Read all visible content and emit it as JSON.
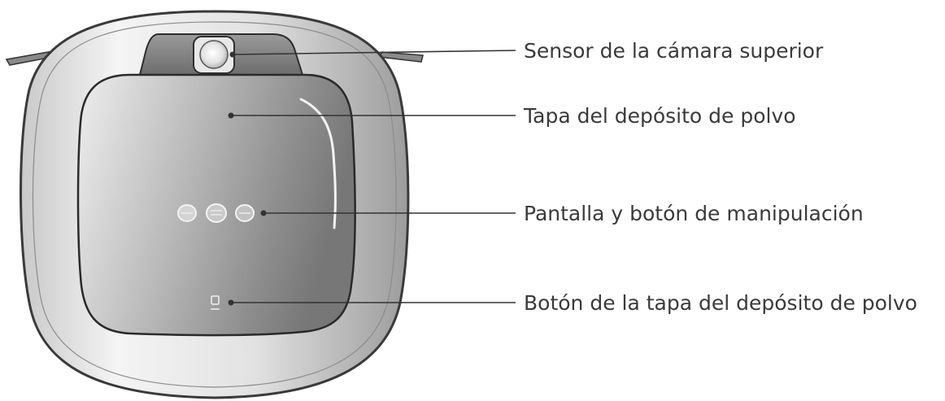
{
  "diagram": {
    "callouts": [
      {
        "label": "Sensor de la cámara superior"
      },
      {
        "label": "Tapa del depósito de polvo"
      },
      {
        "label": "Pantalla y botón de manipulación"
      },
      {
        "label": "Botón de la tapa del depósito de polvo"
      }
    ]
  }
}
